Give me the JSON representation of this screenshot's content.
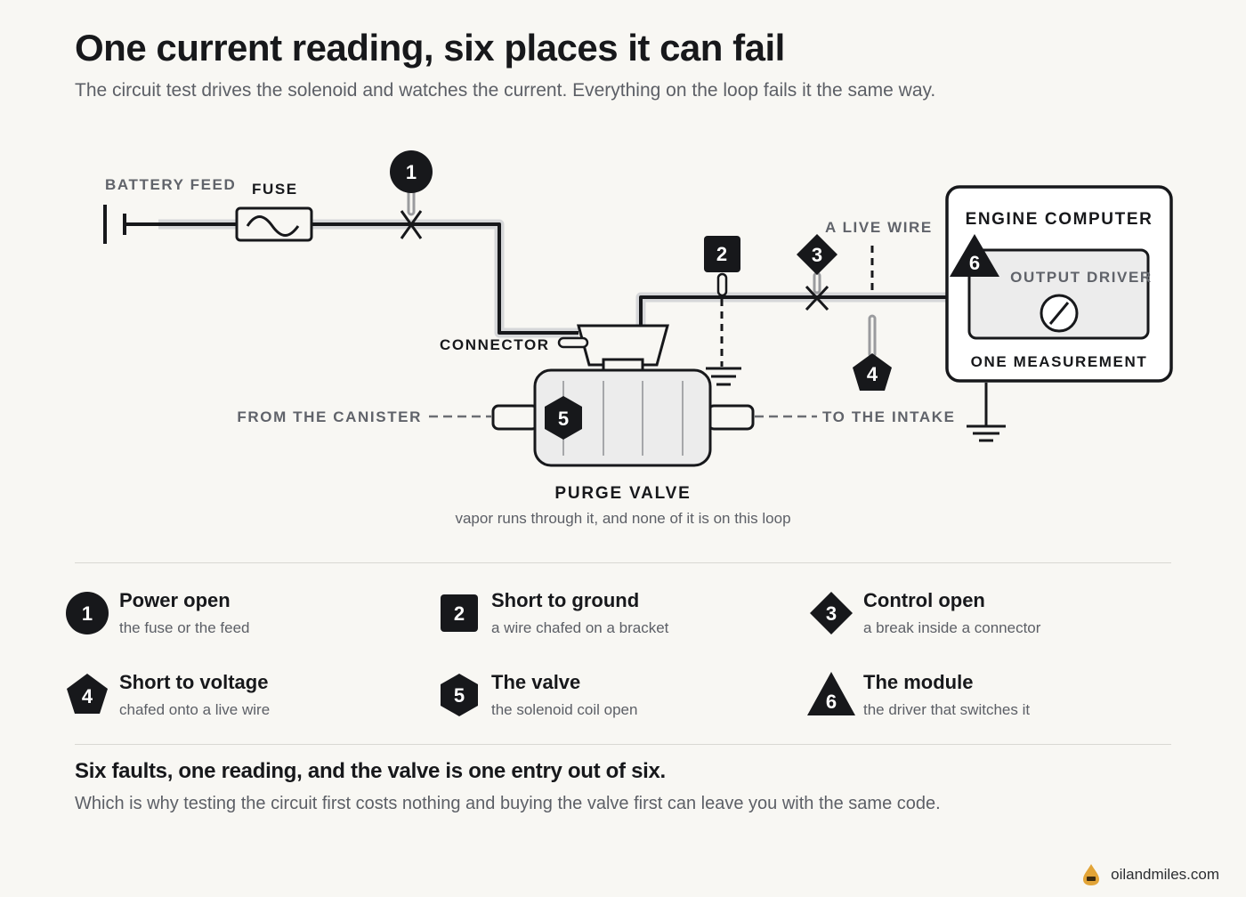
{
  "header": {
    "title": "One current reading, six places it can fail",
    "subtitle": "The circuit test drives the solenoid and watches the current. Everything on the loop fails it the same way."
  },
  "diagram": {
    "battery_label": "BATTERY FEED",
    "fuse_label": "FUSE",
    "connector_label": "CONNECTOR",
    "live_wire_label": "A LIVE WIRE",
    "from_canister_label": "FROM THE CANISTER",
    "to_intake_label": "TO THE INTAKE",
    "valve_title": "PURGE VALVE",
    "valve_caption": "vapor runs through it, and none of it is on this loop",
    "ecu_title": "ENGINE COMPUTER",
    "driver_label": "OUTPUT DRIVER",
    "measurement_label": "ONE MEASUREMENT",
    "markers": [
      "1",
      "2",
      "3",
      "4",
      "5",
      "6"
    ]
  },
  "legend": [
    {
      "num": "1",
      "shape": "circle",
      "title": "Power open",
      "desc": "the fuse or the feed"
    },
    {
      "num": "2",
      "shape": "square",
      "title": "Short to ground",
      "desc": "a wire chafed on a bracket"
    },
    {
      "num": "3",
      "shape": "diamond",
      "title": "Control open",
      "desc": "a break inside a connector"
    },
    {
      "num": "4",
      "shape": "pentagon",
      "title": "Short to voltage",
      "desc": "chafed onto a live wire"
    },
    {
      "num": "5",
      "shape": "hexagon",
      "title": "The valve",
      "desc": "the solenoid coil open"
    },
    {
      "num": "6",
      "shape": "triangle",
      "title": "The module",
      "desc": "the driver that switches it"
    }
  ],
  "footer": {
    "title": "Six faults, one reading, and the valve is one entry out of six.",
    "subtitle": "Which is why testing the circuit first costs nothing and buying the valve first can leave you with the same code."
  },
  "brand": {
    "name": "oilandmiles.com",
    "icon": "oil-drop-icon"
  },
  "colors": {
    "ink": "#17181b",
    "muted": "#5c5f66",
    "background": "#f8f7f3",
    "wire_halo": "#d6d7d9",
    "panel": "#ececec",
    "brand_drop": "#e2a437"
  }
}
